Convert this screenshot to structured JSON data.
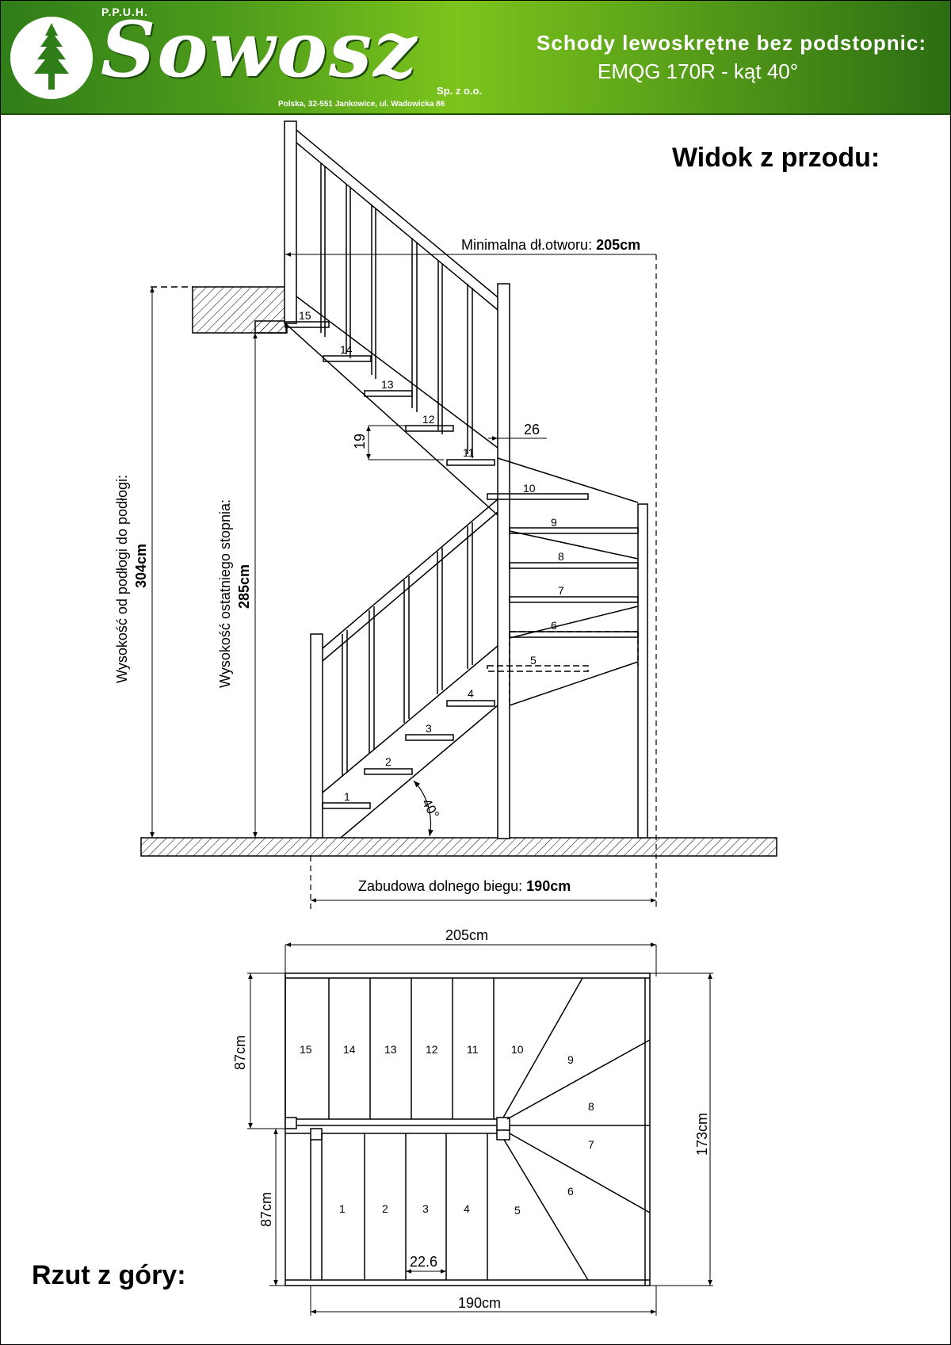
{
  "header": {
    "ppuh": "P.P.U.H.",
    "brand": "Sowosz",
    "company_suffix": "Sp. z o.o.",
    "address": "Polska, 32-551 Jankowice, ul. Wadowicka 86",
    "title_line1": "Schody lewoskrętne bez podstopnic:",
    "title_line2": "EMQG 170R - kąt 40°",
    "colors": {
      "green_dark": "#2f7d18",
      "green_light": "#7cc41c",
      "logo_tree": "#2f7d18"
    }
  },
  "front_view": {
    "label": "Widok z przodu:",
    "min_opening_prefix": "Minimalna dł.otworu: ",
    "min_opening_value": "205cm",
    "height_floor_label": "Wysokość od podłogi do podłogi:",
    "height_floor_value": "304cm",
    "height_last_step_label": "Wysokość ostatniego stopnia:",
    "height_last_step_value": "285cm",
    "lower_run_prefix": "Zabudowa dolnego biegu: ",
    "lower_run_value": "190cm",
    "rise": "19",
    "going": "26",
    "angle": "40°",
    "step_numbers": [
      "1",
      "2",
      "3",
      "4",
      "5",
      "6",
      "7",
      "8",
      "9",
      "10",
      "11",
      "12",
      "13",
      "14",
      "15"
    ]
  },
  "top_view": {
    "label": "Rzut z góry:",
    "width_top": "205cm",
    "width_bottom": "190cm",
    "depth_upper": "87cm",
    "depth_lower": "87cm",
    "depth_total": "173cm",
    "tread_width": "22.6",
    "upper_steps": [
      "15",
      "14",
      "13",
      "12",
      "11",
      "10"
    ],
    "lower_steps": [
      "1",
      "2",
      "3",
      "4",
      "5"
    ],
    "winder_steps": [
      "9",
      "8",
      "7",
      "6"
    ]
  }
}
